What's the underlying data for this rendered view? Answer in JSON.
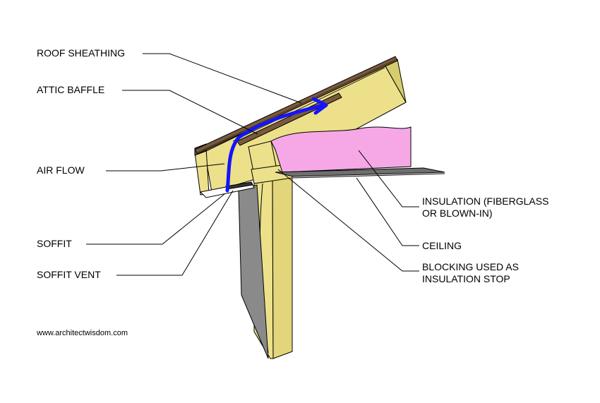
{
  "labels": {
    "roof_sheathing": "ROOF SHEATHING",
    "attic_baffle": "ATTIC BAFFLE",
    "air_flow": "AIR FLOW",
    "soffit": "SOFFIT",
    "soffit_vent": "SOFFIT VENT",
    "insulation_line1": "INSULATION (FIBERGLASS",
    "insulation_line2": "OR BLOWN-IN)",
    "ceiling": "CEILING",
    "blocking_line1": "BLOCKING USED AS",
    "blocking_line2": "INSULATION STOP"
  },
  "credit": "www.architectwisdom.com",
  "colors": {
    "lumber": "#ece08a",
    "lumber_dark": "#c9bd62",
    "insulation": "#f6a8e6",
    "wall_gray": "#8a8a8a",
    "ceiling_gray": "#6f6f6f",
    "sheathing_brown": "#7a5a3c",
    "airflow_arrow": "#1414ff",
    "leader_line": "#000000"
  }
}
